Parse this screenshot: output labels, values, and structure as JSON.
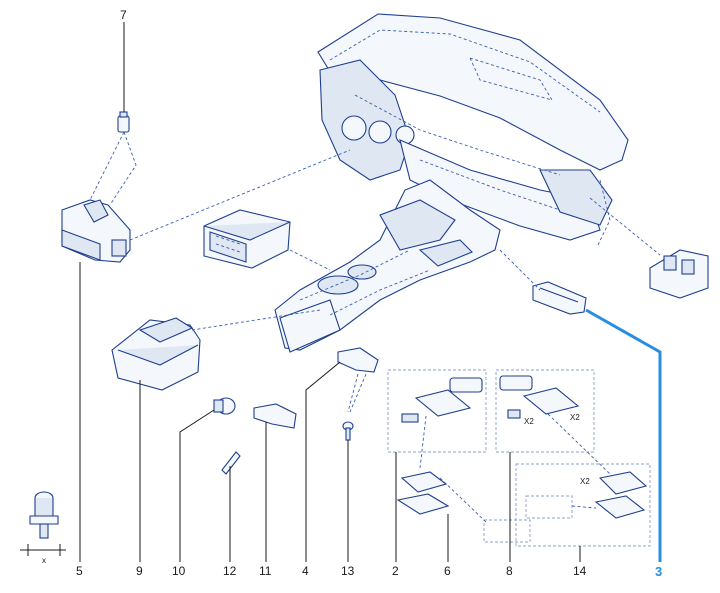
{
  "colors": {
    "line": "#1f3f8f",
    "dash": "#3a5fb0",
    "highlight": "#2a8de0",
    "text": "#1a1a1a"
  },
  "callouts": {
    "c7": "7",
    "c5": "5",
    "c9": "9",
    "c10": "10",
    "c12": "12",
    "c11": "11",
    "c4": "4",
    "c13": "13",
    "c2": "2",
    "c6": "6",
    "c8": "8",
    "c14": "14",
    "c3": "3"
  },
  "labels": {
    "dimension_x": "x",
    "qty_x2_a": "X2",
    "qty_x2_b": "X2",
    "qty_x2_c": "X2"
  }
}
